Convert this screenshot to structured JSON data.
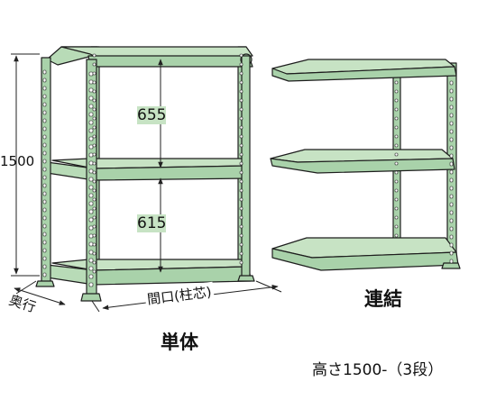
{
  "dimensions": {
    "height_total": "1500",
    "gap_upper": "655",
    "gap_lower": "615",
    "depth_label": "奥行",
    "width_label": "間口(柱芯)"
  },
  "variants": {
    "single": "単体",
    "connected": "連結"
  },
  "spec_caption": "高さ1500-（3段）",
  "colors": {
    "frame": "#a9d2aa",
    "shelf": "#c7e3c4",
    "outline": "#1e1e1e",
    "dim_line": "#222222"
  }
}
